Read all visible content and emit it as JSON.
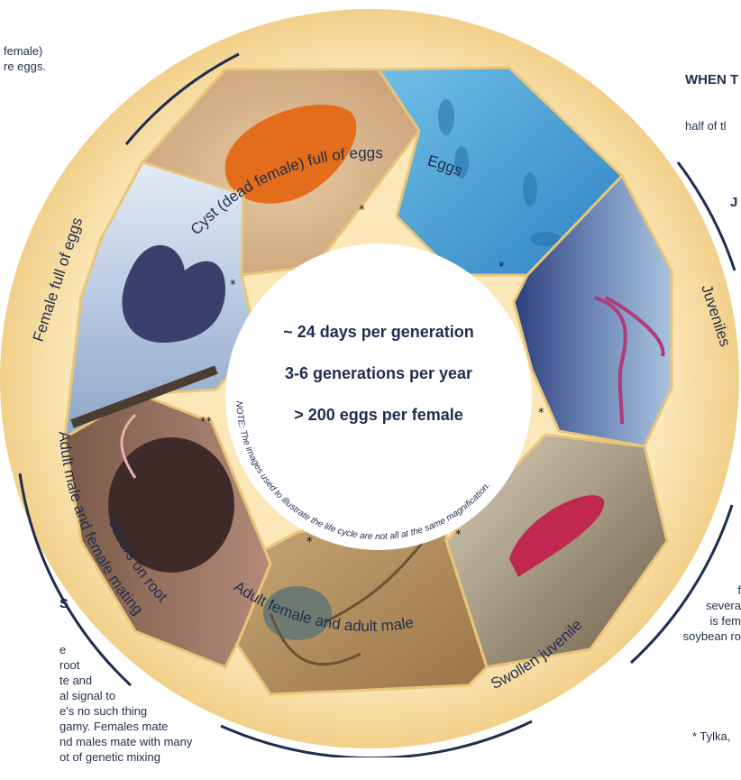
{
  "side_texts": {
    "left_top": "female)\nre eggs.",
    "left_bottom_head": "S",
    "left_bottom_body": "e\nroot\nte and\nal signal to\ne's no such thing\ngamy. Females mate\nnd males mate with many\not of genetic mixing",
    "right_top_head": "WHEN T",
    "right_top_body": "half of tl",
    "right_j": "J",
    "right_bottom": "f\nsevera\nis fem\nsoybean ro",
    "footnote": "* Tylka,"
  },
  "stages": {
    "cyst": "Cyst (dead female) full of eggs",
    "eggs": "Eggs",
    "juveniles": "Juveniles",
    "swollen": "Swollen juvenile",
    "adults": "Adult female and adult male",
    "mating_1": "Adult male and female mating",
    "mating_2": "occurs on root",
    "female": "Female full of eggs"
  },
  "center": {
    "line1": "~ 24 days per generation",
    "line2": "3-6 generations per year",
    "line3": "> 200 eggs per female",
    "note": "NOTE: The images used to illustrate the life cycle are not all at the same magnification."
  },
  "marks": {
    "single": "*",
    "double": "**"
  },
  "colors": {
    "ring": "#f6dca0",
    "ring_edge": "#e9c57a",
    "text": "#1f2d4f",
    "cyst_bg": "#d9b58d",
    "eggs_bg": "#53a7d6",
    "juveniles_bg": "#3e5d94",
    "swollen_bg": "#b6a88b",
    "adults_bg": "#b58d5d",
    "mating_bg": "#5b3b35",
    "female_bg": "#86a0c6"
  }
}
